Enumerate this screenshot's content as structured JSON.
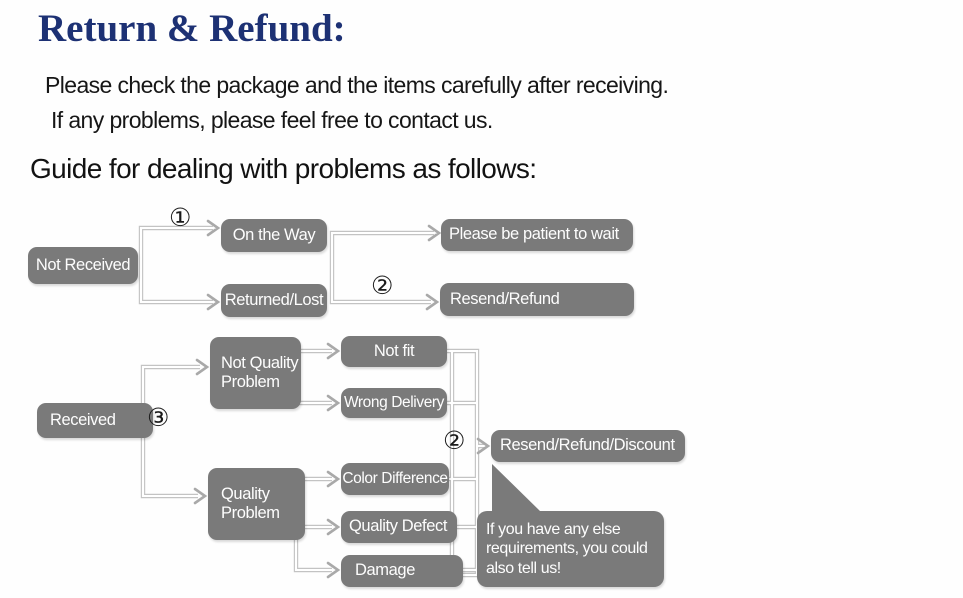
{
  "page": {
    "title": "Return & Refund:",
    "intro_line1": "Please check the package and the items carefully after receiving.",
    "intro_line2": "If any problems, please feel free to contact us.",
    "guide_heading": "Guide for dealing with problems as follows:"
  },
  "colors": {
    "title_navy": "#1d3174",
    "box_gray": "#7a7a7a",
    "box_text": "#fdfdfd",
    "connector_gray": "#c3c3c3",
    "arrowhead_gray": "#a9a9a9",
    "body_text": "#161616",
    "background": "#fefefe"
  },
  "flowchart": {
    "not_received_branch": {
      "root": "Not Received",
      "marker_1": "①",
      "on_the_way": "On the Way",
      "returned_lost": "Returned/Lost",
      "please_wait": "Please be patient to wait",
      "marker_2": "②",
      "resend_refund": "Resend/Refund"
    },
    "received_branch": {
      "root": "Received",
      "marker_3": "③",
      "not_quality_problem": "Not Quality Problem",
      "not_fit": "Not fit",
      "wrong_delivery": "Wrong Delivery",
      "quality_problem": "Quality Problem",
      "color_difference": "Color Difference",
      "quality_defect": "Quality Defect",
      "damage": "Damage",
      "marker_2": "②",
      "resend_refund_discount": "Resend/Refund/Discount",
      "bubble_line1": "If you have any else",
      "bubble_line2": "requirements, you could",
      "bubble_line3": "also tell us!"
    }
  }
}
